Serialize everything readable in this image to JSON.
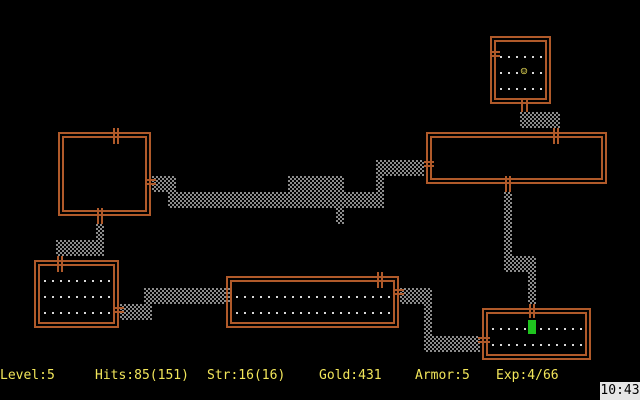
{
  "status": {
    "level": "Level:5",
    "hits": "Hits:85(151)",
    "str": "Str:16(16)",
    "gold": "Gold:431",
    "armor": "Armor:5",
    "exp": "Exp:4/66"
  },
  "clock": "10:43",
  "map": {
    "player_glyph": "☺",
    "floor_glyph": ".",
    "colors": {
      "wall": "#b05a2a",
      "corridor": "#8c8c8c",
      "floor": "#d8d8d8",
      "status_text": "#f2e65a",
      "item": "#1fc41f",
      "player": "#f2e65a"
    }
  }
}
